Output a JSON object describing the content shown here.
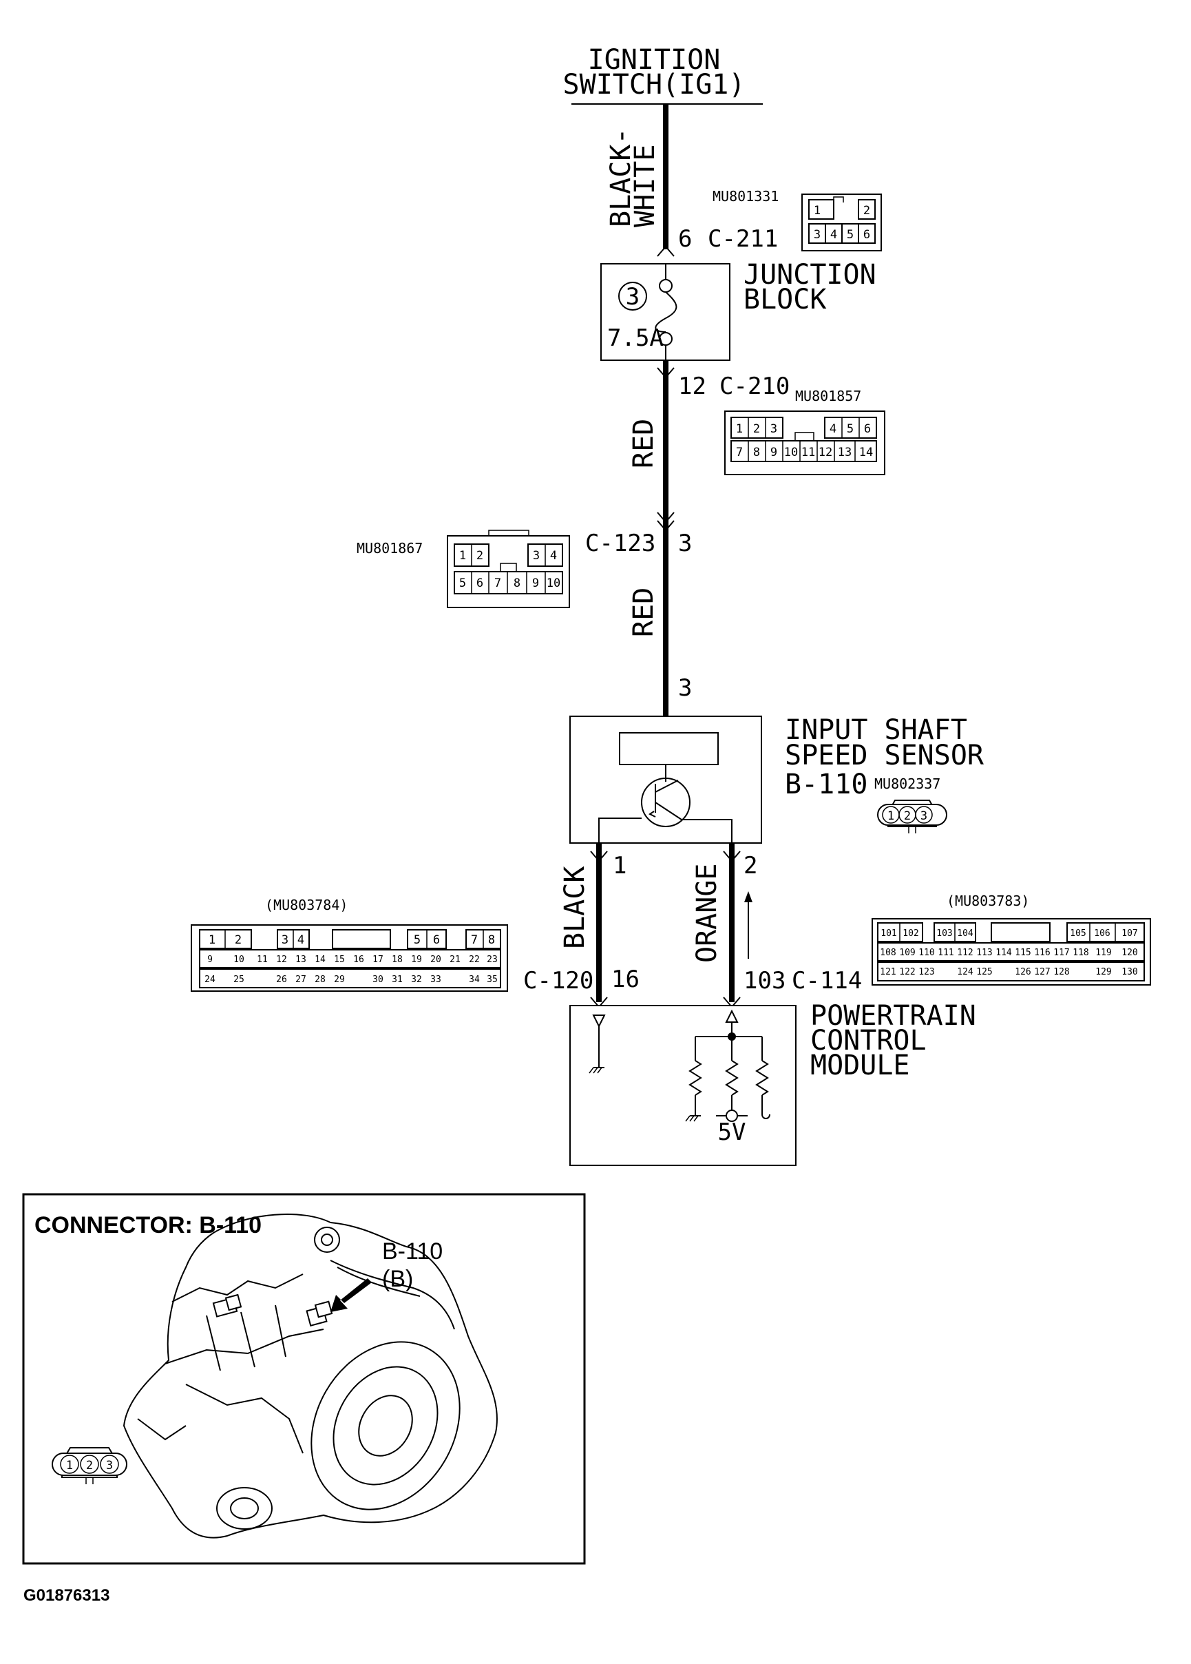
{
  "ignition": {
    "line1": "IGNITION",
    "line2": "SWITCH(IG1)"
  },
  "wires": {
    "top_color": "BLACK-WHITE",
    "top_color_line1": "BLACK-",
    "top_color_line2": "WHITE",
    "mid_color": "RED",
    "low_color": "RED",
    "left_color": "BLACK",
    "right_color": "ORANGE"
  },
  "connectors": {
    "c211": {
      "pin": "6",
      "name": "C-211",
      "part": "MU801331",
      "pins": [
        "1",
        "2",
        "3",
        "4",
        "5",
        "6"
      ]
    },
    "c210": {
      "pin": "12",
      "name": "C-210",
      "part": "MU801857",
      "row1": [
        "1",
        "2",
        "3",
        "4",
        "5",
        "6"
      ],
      "row2": [
        "7",
        "8",
        "9",
        "10",
        "11",
        "12",
        "13",
        "14"
      ]
    },
    "c123": {
      "pin": "3",
      "name": "C-123",
      "part": "MU801867",
      "row1": [
        "1",
        "2",
        "3",
        "4"
      ],
      "row2": [
        "5",
        "6",
        "7",
        "8",
        "9",
        "10"
      ]
    },
    "b110_pin": "3",
    "c120": {
      "pin": "16",
      "name": "C-120",
      "part": "(MU803784)",
      "row1": [
        "1",
        "2",
        "3",
        "4",
        "5",
        "6",
        "7",
        "8"
      ],
      "row2": [
        "9",
        "10",
        "11",
        "12",
        "13",
        "14",
        "15",
        "16",
        "17",
        "18",
        "19",
        "20",
        "21",
        "22",
        "23"
      ],
      "row3": [
        "24",
        "25",
        "26",
        "27",
        "28",
        "29",
        "30",
        "31",
        "32",
        "33",
        "34",
        "35"
      ]
    },
    "c114": {
      "pin": "103",
      "name": "C-114",
      "part": "(MU803783)",
      "row1": [
        "101",
        "102",
        "103",
        "104",
        "105",
        "106",
        "107"
      ],
      "row2": [
        "108",
        "109",
        "110",
        "111",
        "112",
        "113",
        "114",
        "115",
        "116",
        "117",
        "118",
        "119",
        "120"
      ],
      "row3": [
        "121",
        "122",
        "123",
        "124",
        "125",
        "126",
        "127",
        "128",
        "129",
        "130"
      ]
    }
  },
  "junction_block": {
    "line1": "JUNCTION",
    "line2": "BLOCK",
    "fuse_number": "3",
    "fuse_rating": "7.5A"
  },
  "sensor": {
    "line1": "INPUT SHAFT",
    "line2": "SPEED SENSOR",
    "id": "B-110",
    "part": "MU802337",
    "pin_left": "1",
    "pin_right": "2",
    "pins": [
      "1",
      "2",
      "3"
    ]
  },
  "pcm": {
    "line1": "POWERTRAIN",
    "line2": "CONTROL",
    "line3": "MODULE",
    "voltage": "5V"
  },
  "inset": {
    "title": "CONNECTOR: B-110",
    "label": "B-110",
    "view": "(B)",
    "pins": [
      "1",
      "2",
      "3"
    ]
  },
  "figure_id": "G01876313"
}
